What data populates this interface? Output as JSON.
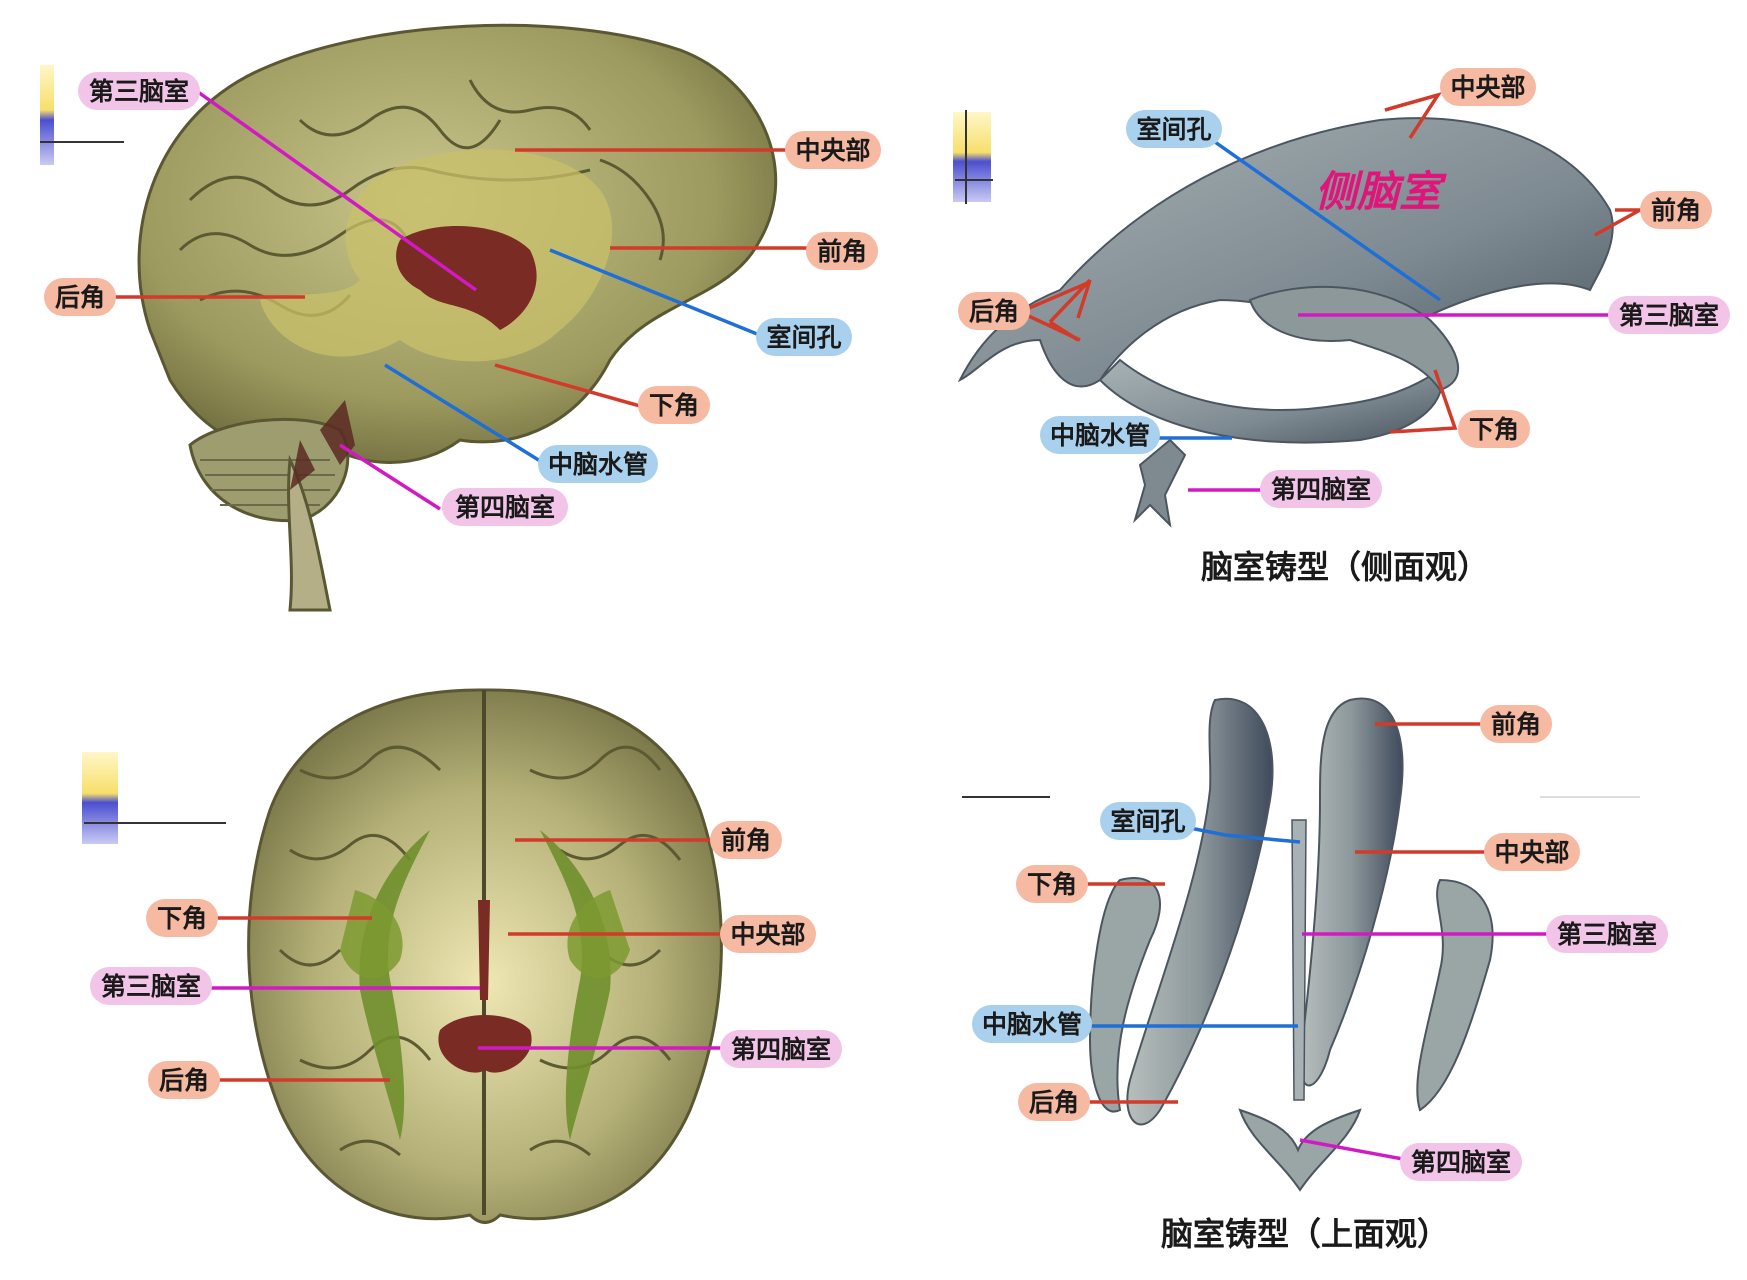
{
  "colors": {
    "red_line": "#d23a2a",
    "blue_line": "#1f6fd6",
    "magenta_line": "#d21ac4",
    "red_pill": "#f6b9a2",
    "blue_pill": "#a9d1ee",
    "pink_pill": "#f2c4e8",
    "brain": "#a6a367",
    "cast": "#8e9aa0",
    "ventricle_red": "#7a2b24",
    "ventricle_green": "#6f8f2c"
  },
  "panel_lateral_brain": {
    "labels": {
      "third": "第三脑室",
      "central": "中央部",
      "anterior": "前角",
      "posterior": "后角",
      "foramen": "室间孔",
      "inferior": "下角",
      "aqueduct": "中脑水管",
      "fourth": "第四脑室"
    }
  },
  "panel_cast_side": {
    "caption": "脑室铸型（侧面观）",
    "handwriting": "侧脑室",
    "labels": {
      "central": "中央部",
      "foramen": "室间孔",
      "anterior": "前角",
      "posterior": "后角",
      "third": "第三脑室",
      "aqueduct": "中脑水管",
      "inferior": "下角",
      "fourth": "第四脑室"
    }
  },
  "panel_top_brain": {
    "labels": {
      "anterior": "前角",
      "inferior": "下角",
      "central": "中央部",
      "third": "第三脑室",
      "fourth": "第四脑室",
      "posterior": "后角"
    }
  },
  "panel_cast_top": {
    "caption": "脑室铸型（上面观）",
    "labels": {
      "anterior": "前角",
      "foramen": "室间孔",
      "inferior": "下角",
      "central": "中央部",
      "third": "第三脑室",
      "aqueduct": "中脑水管",
      "posterior": "后角",
      "fourth": "第四脑室"
    }
  }
}
